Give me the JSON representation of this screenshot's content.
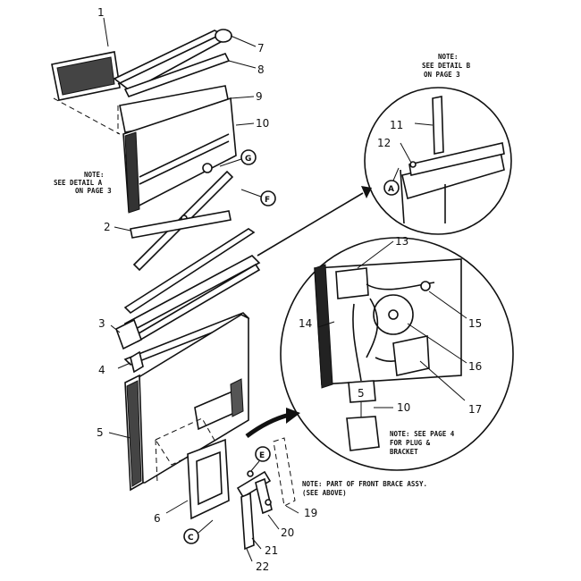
{
  "part_numbers": {
    "p1": "1",
    "p2": "2",
    "p3": "3",
    "p4": "4",
    "p5": "5",
    "p6": "6",
    "p7": "7",
    "p8": "8",
    "p9": "9",
    "p10": "10",
    "p11": "11",
    "p12": "12",
    "p13": "13",
    "p14": "14",
    "p15": "15",
    "p16": "16",
    "p17": "17",
    "p10b": "10",
    "p19": "19",
    "p20": "20",
    "p21": "21",
    "p22": "22",
    "p5b": "5"
  },
  "callout_letters": {
    "g": "G",
    "f": "F",
    "a": "A",
    "e": "E",
    "c": "C"
  },
  "notes": {
    "left_line1": "NOTE:",
    "left_line2": "SEE DETAIL A",
    "left_line3": "ON PAGE 3",
    "right_line1": "NOTE:",
    "right_line2": "SEE DETAIL B",
    "right_line3": "ON PAGE 3",
    "plug_line1": "NOTE: SEE PAGE 4",
    "plug_line2": "FOR PLUG &",
    "plug_line3": "BRACKET",
    "brace_line1": "NOTE: PART OF FRONT BRACE ASSY.",
    "brace_line2": "(SEE ABOVE)"
  }
}
